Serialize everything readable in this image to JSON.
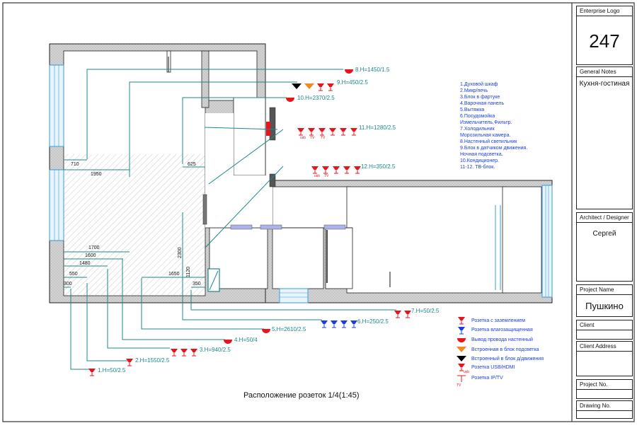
{
  "drawing": {
    "caption": "Расположение розеток 1/4(1:45)"
  },
  "title_block": {
    "logo_header": "Enterprise Logo",
    "logo_value": "247",
    "notes_header": "General Notes",
    "notes_value": "Кухня-гостиная",
    "designer_header": "Architect / Designer",
    "designer_value": "Сергей",
    "project_name_header": "Project Name",
    "project_name_value": "Пушкино",
    "client_header": "Client",
    "client_address_header": "Client Address",
    "project_no_header": "Project No.",
    "drawing_no_header": "Drawing No."
  },
  "appliance_list": [
    "1.Духовой шкаф",
    "2.Микр/печь",
    "3.Блок в фартуке",
    "4.Варочная панель",
    "5.Вытяжка",
    "6.Посудомойка",
    "Измельчитель,Фильтр.",
    "7.Холодильник",
    "Морозильная камера.",
    "8.Настенный светильник",
    "9.Блок в датчиком движения.",
    "Ночная подсветка.",
    "10.Кондиционер.",
    "11-12. ТВ-блок."
  ],
  "socket_labels": {
    "s1": "1.H=50/2.5",
    "s2": "2.H=1550/2.5",
    "s3": "3.H=940/2.5",
    "s4": "4.H=50/4",
    "s5": "5.H=2610/2.5",
    "s6": "6.H=250/2.5",
    "s7": "7.H=50/2.5",
    "s8": "8.H=1450/1.5",
    "s9": "9.H=450/2.5",
    "s10": "10.H=2370/2.5",
    "s11": "11.H=1280/2.5",
    "s12": "12.H=350/2.5"
  },
  "dimensions": {
    "d710": "710",
    "d1950": "1950",
    "d625": "625",
    "d1700": "1700",
    "d1600": "1600",
    "d1480": "1480",
    "d550": "550",
    "d300": "300",
    "d1650": "1650",
    "d350": "350",
    "d2300": "2300",
    "d1120": "1120"
  },
  "legend": [
    {
      "text": "Розетка с заземлением",
      "symbol": "red-socket",
      "color": "#e8141c"
    },
    {
      "text": "Розетка влагозащищенная",
      "symbol": "blue-socket",
      "color": "#1a3ee6"
    },
    {
      "text": "Вывод провода настенный",
      "symbol": "red-half-circle",
      "color": "#e8141c"
    },
    {
      "text": "Встроенная в блок подсветка",
      "symbol": "orange-triangle",
      "color": "#f08a1c"
    },
    {
      "text": "Встроенный в блок д/движения",
      "symbol": "black-triangle",
      "color": "#000000"
    },
    {
      "text": "Розетка USB/HDMI",
      "symbol": "usb-socket",
      "color": "#e8141c"
    },
    {
      "text": "Розетка IP/TV",
      "symbol": "tv-socket",
      "color": "#e8141c"
    }
  ],
  "usb_tag": "usb",
  "tv_tag": "TV",
  "colors": {
    "wall": "#c8c8c8",
    "leader": "#1c8a8a",
    "socket_red": "#e8141c",
    "socket_blue": "#1a3ee6",
    "window": "#3a9ad8"
  }
}
